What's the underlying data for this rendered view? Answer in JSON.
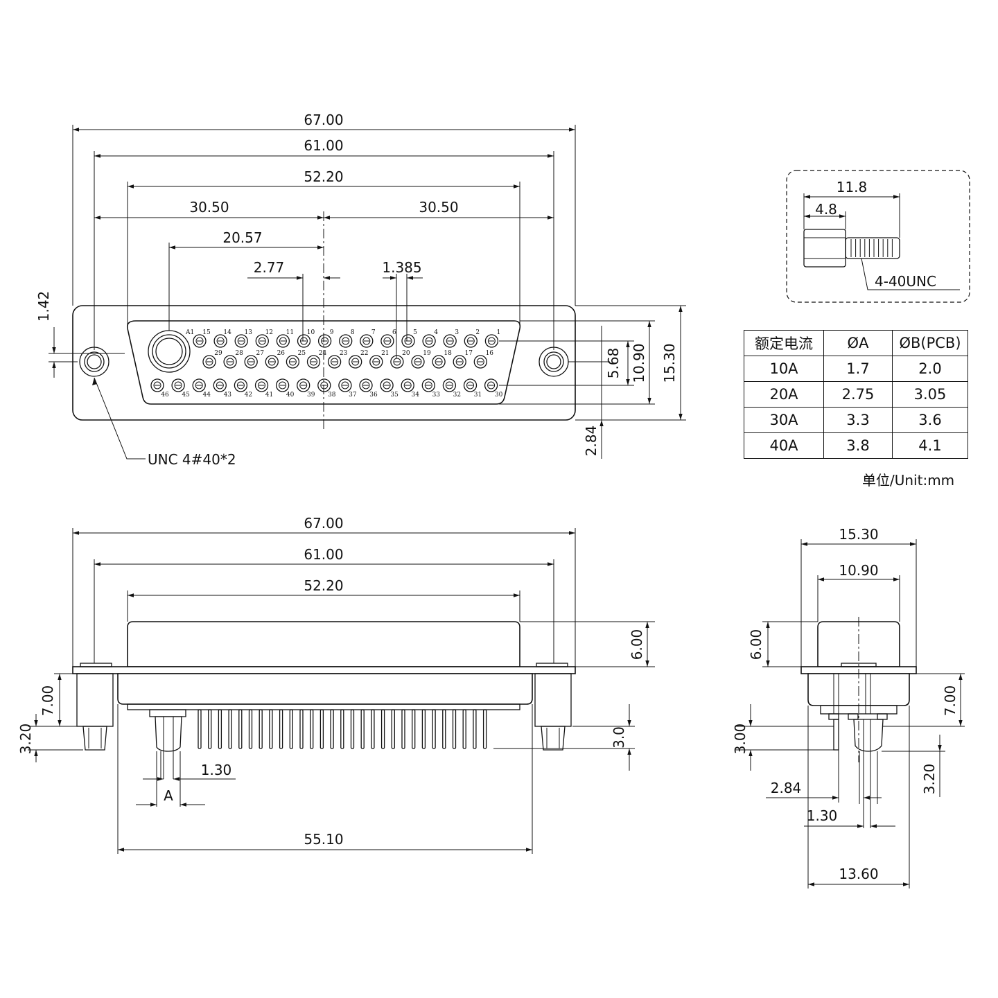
{
  "front_view": {
    "overall_width": "67.00",
    "mount_hole_pitch": "61.00",
    "shell_width": "52.20",
    "half_pitch_left": "30.50",
    "half_pitch_right": "30.50",
    "power_pin_offset": "20.57",
    "pin_pitch": "2.77",
    "row_offset": "1.385",
    "hole_offset": "1.42",
    "row_spacing": "5.68",
    "shell_height": "10.90",
    "overall_height": "15.30",
    "bottom_offset": "2.84",
    "screw_label": "UNC 4#40*2",
    "power_pin_label": "A1",
    "pin_numbers_top": [
      "15",
      "14",
      "13",
      "12",
      "11",
      "10",
      "9",
      "8",
      "7",
      "6",
      "5",
      "4",
      "3",
      "2",
      "1"
    ],
    "pin_numbers_mid": [
      "29",
      "28",
      "27",
      "26",
      "25",
      "24",
      "23",
      "22",
      "21",
      "20",
      "19",
      "18",
      "17",
      "16"
    ],
    "pin_numbers_bot": [
      "46",
      "45",
      "44",
      "43",
      "42",
      "41",
      "40",
      "39",
      "38",
      "37",
      "36",
      "35",
      "34",
      "33",
      "32",
      "31",
      "30"
    ]
  },
  "screw_detail": {
    "length": "11.8",
    "hex_length": "4.8",
    "thread_label": "4-40UNC"
  },
  "current_table": {
    "headers": [
      "额定电流",
      "ØA",
      "ØB(PCB)"
    ],
    "rows": [
      [
        "10A",
        "1.7",
        "2.0"
      ],
      [
        "20A",
        "2.75",
        "3.05"
      ],
      [
        "30A",
        "3.3",
        "3.6"
      ],
      [
        "40A",
        "3.8",
        "4.1"
      ]
    ],
    "unit_note": "单位/Unit:mm"
  },
  "side_view": {
    "overall_width": "67.00",
    "mount_hole_pitch": "61.00",
    "shell_width": "52.20",
    "shell_height": "6.00",
    "body_height": "7.00",
    "post_length": "3.20",
    "pin_length": "3.0",
    "pin_dia": "1.30",
    "power_pin_dia_label": "A",
    "pin_span": "55.10"
  },
  "end_view": {
    "overall_height": "15.30",
    "shell_height": "10.90",
    "shell_depth": "6.00",
    "body_depth": "7.00",
    "pin_length": "3.00",
    "post_length": "3.20",
    "row_offset": "2.84",
    "pin_dia": "1.30",
    "pin_span": "13.60"
  }
}
